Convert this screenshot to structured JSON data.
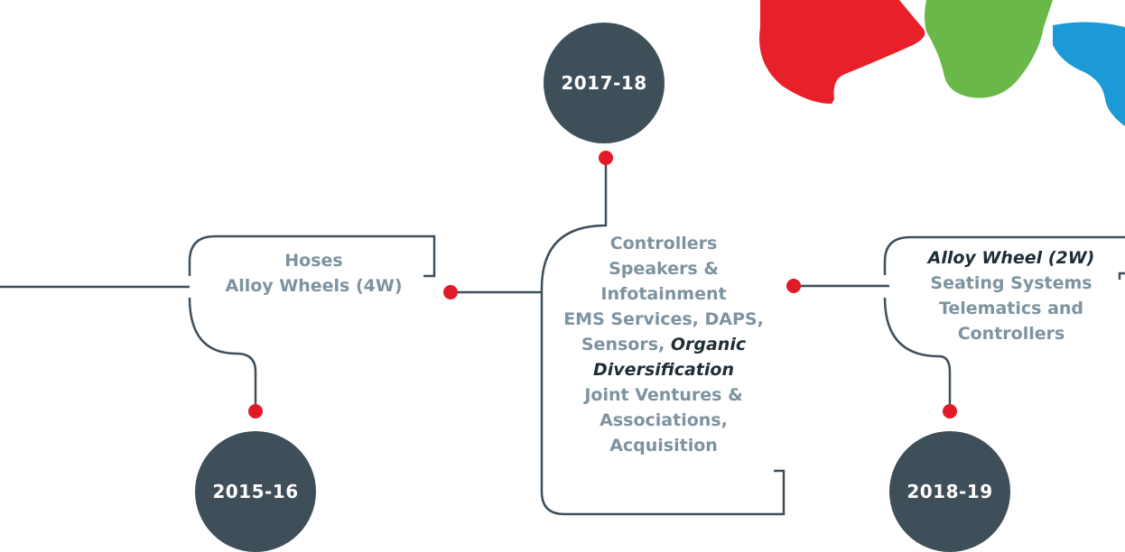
{
  "years": {
    "y2015": "2015-16",
    "y2017": "2017-18",
    "y2018": "2018-19"
  },
  "box_2015": {
    "line1": "Hoses",
    "line2": "Alloy Wheels (4W)"
  },
  "box_2017": {
    "line1": "Controllers",
    "line2": "Speakers &",
    "line3": "Infotainment",
    "line4": "EMS Services, DAPS,",
    "line5_plain": "Sensors, ",
    "line5_em": "Organic",
    "line6_em": "Diversification",
    "line7": "Joint Ventures &",
    "line8": "Associations,",
    "line9": "Acquisition"
  },
  "box_2018": {
    "line1_em": "Alloy Wheel (2W)",
    "line2": "Seating Systems",
    "line3": "Telematics and",
    "line4": "Controllers"
  },
  "colors": {
    "circle": "#3f4f5a",
    "dot": "#e11a2a",
    "text": "#7d939f",
    "emphasis": "#1e2d36",
    "line": "#3f4f5a",
    "logo_red": "#e8202a",
    "logo_green": "#6ab84a",
    "logo_blue": "#1b9ad7"
  }
}
